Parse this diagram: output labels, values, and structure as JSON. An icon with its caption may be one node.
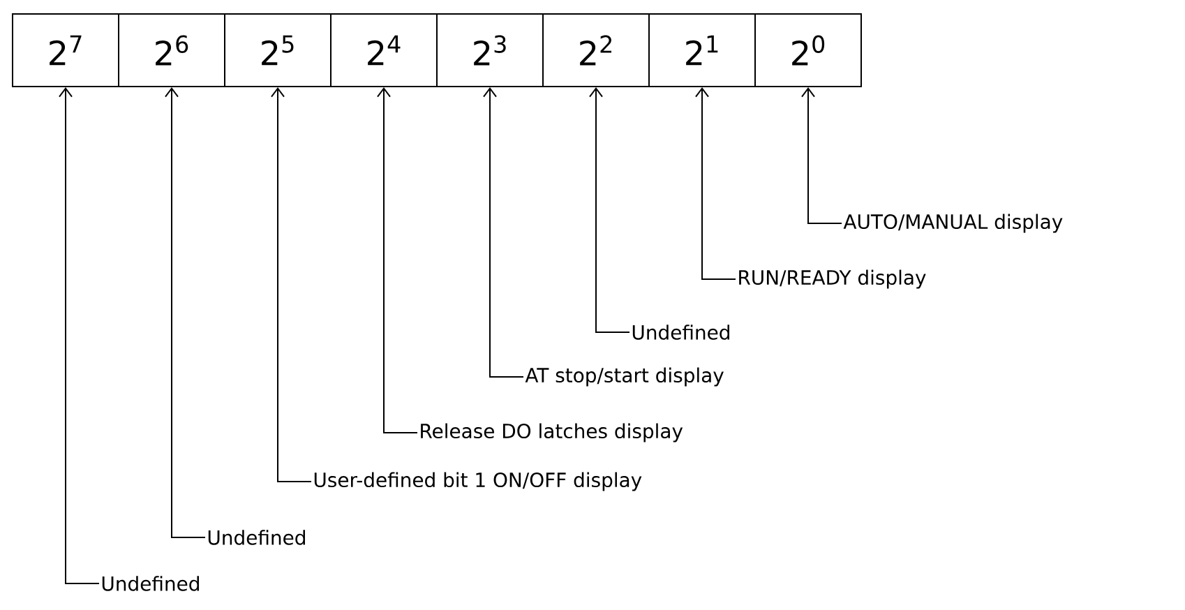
{
  "diagram": {
    "nodes": [
      {
        "text": [
          "2$^{7}$"
        ]
      },
      {
        "text": [
          "2$^{6}$"
        ]
      },
      {
        "text": [
          "2$^{5}$"
        ]
      },
      {
        "text": [
          "2$^{4}$"
        ]
      },
      {
        "text": [
          "2$^{3}$"
        ]
      },
      {
        "text": [
          "2$^{2}$"
        ]
      },
      {
        "text": [
          "2$^{1}$"
        ]
      },
      {
        "text": [
          "2$^{0}$"
        ]
      },
      {
        "text": [
          "AUTO/MANUAL display"
        ]
      },
      {
        "text": [
          "RUN/READY display"
        ]
      },
      {
        "text": [
          "Undefined"
        ]
      },
      {
        "text": [
          "AT stop/start display"
        ]
      },
      {
        "text": [
          "Release DO latches display"
        ]
      },
      {
        "text": [
          "User-defined bit 1 ON/OFF display"
        ]
      },
      {
        "text": [
          "Undefined"
        ]
      },
      {
        "text": [
          "Undefined"
        ]
      }
    ],
    "edges": [
      {
        "from": 8,
        "to": 7,
        "arrow": "to"
      },
      {
        "from": 9,
        "to": 6,
        "arrow": "to"
      },
      {
        "from": 10,
        "to": 5,
        "arrow": "to"
      },
      {
        "from": 11,
        "to": 4,
        "arrow": "to"
      },
      {
        "from": 12,
        "to": 3,
        "arrow": "to"
      },
      {
        "from": 13,
        "to": 2,
        "arrow": "to"
      },
      {
        "from": 14,
        "to": 1,
        "arrow": "to"
      },
      {
        "from": 15,
        "to": 0,
        "arrow": "to"
      }
    ]
  }
}
